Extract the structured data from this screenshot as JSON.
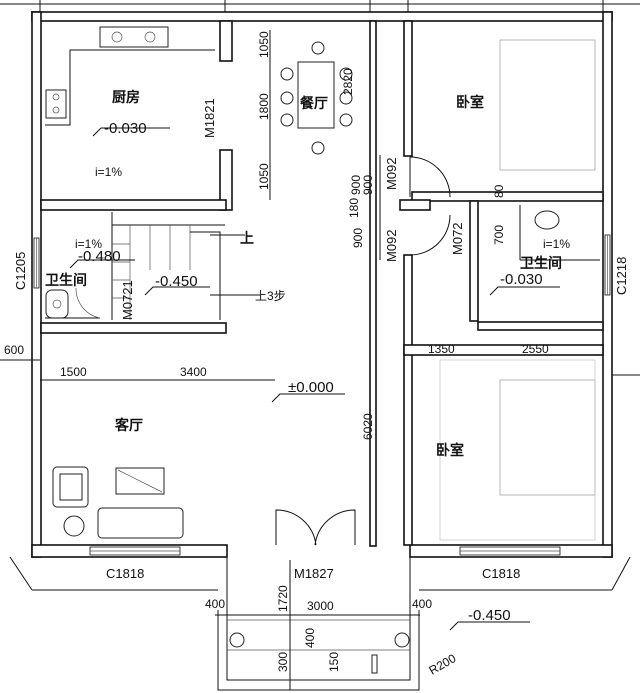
{
  "rooms": {
    "kitchen": "厨房",
    "dining": "餐厅",
    "bedroom_top": "卧室",
    "bedroom_bottom": "卧室",
    "bath_left": "卫生间",
    "bath_right": "卫生间",
    "living": "客厅"
  },
  "levels": {
    "kitchen": "-0.030",
    "bath_left": "-0.480",
    "stair_landing": "-0.450",
    "living": "±0.000",
    "bath_right": "-0.030",
    "outside": "-0.450"
  },
  "slopes": {
    "kitchen": "i=1%",
    "bath_left": "i=1%",
    "bath_right": "i=1%"
  },
  "stair": {
    "up": "上",
    "steps": "上3步"
  },
  "doors": {
    "kitchen_opening": "M1821",
    "bedroom_top": "M092",
    "bedroom_bottom": "M092",
    "bath_left": "M0721",
    "bath_right": "M072",
    "entrance": "M1827"
  },
  "windows": {
    "bath_left": "C1205",
    "bath_right": "C1218",
    "living": "C1818",
    "bedroom_bottom": "C1818"
  },
  "dims": {
    "d1050a": "1050",
    "d1800": "1800",
    "d1050b": "1050",
    "d2820": "2820",
    "d900a": "900",
    "d900b": "900",
    "d180": "180",
    "d900c": "900",
    "d600": "600",
    "d1500": "1500",
    "d3400": "3400",
    "d6020": "6020",
    "d700": "700",
    "d80": "80",
    "d1350": "1350",
    "d2550": "2550",
    "d400a": "400",
    "d1720": "1720",
    "d3000": "3000",
    "d400b": "400",
    "d300": "300",
    "d400c": "400",
    "d150": "150",
    "r200": "R200"
  }
}
